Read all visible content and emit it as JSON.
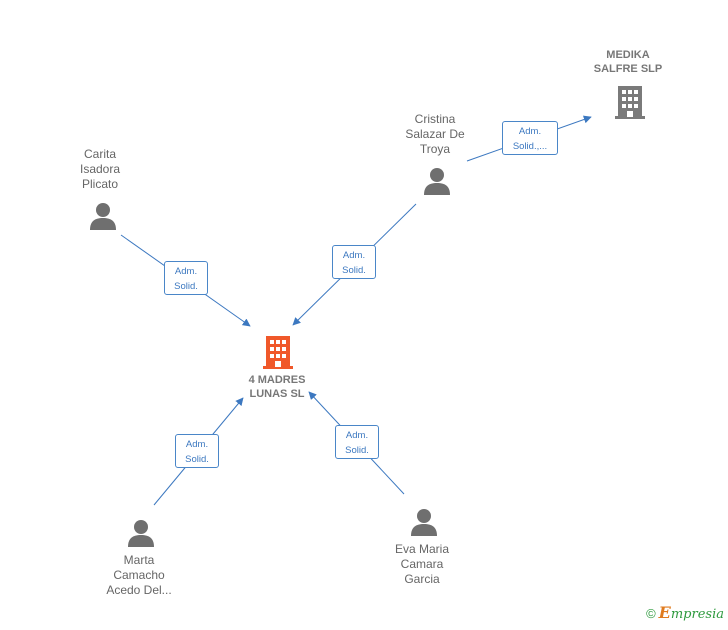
{
  "nodes": {
    "main_company": {
      "label": "4 MADRES\nLUNAS  SL",
      "icon": "building-icon",
      "color": "#f0582a"
    },
    "medika": {
      "label": "MEDIKA\nSALFRE  SLP",
      "icon": "building-icon",
      "color": "#7a7a7a"
    },
    "cristina": {
      "label": "Cristina\nSalazar De\nTroya",
      "icon": "person-icon"
    },
    "carita": {
      "label": "Carita\nIsadora\nPlicato",
      "icon": "person-icon"
    },
    "marta": {
      "label": "Marta\nCamacho\nAcedo Del...",
      "icon": "person-icon"
    },
    "eva": {
      "label": "Eva Maria\nCamara\nGarcia",
      "icon": "person-icon"
    }
  },
  "edges": {
    "cristina_medika": {
      "line1": "Adm.",
      "line2": "Solid.,..."
    },
    "cristina_main": {
      "line1": "Adm.",
      "line2": "Solid."
    },
    "carita_main": {
      "line1": "Adm.",
      "line2": "Solid."
    },
    "marta_main": {
      "line1": "Adm.",
      "line2": "Solid."
    },
    "eva_main": {
      "line1": "Adm.",
      "line2": "Solid."
    }
  },
  "colors": {
    "edge": "#3c78c0",
    "person": "#6f6f6f"
  },
  "footer": {
    "copyright": "©",
    "brand_initial": "E",
    "brand_rest": "mpresia"
  }
}
